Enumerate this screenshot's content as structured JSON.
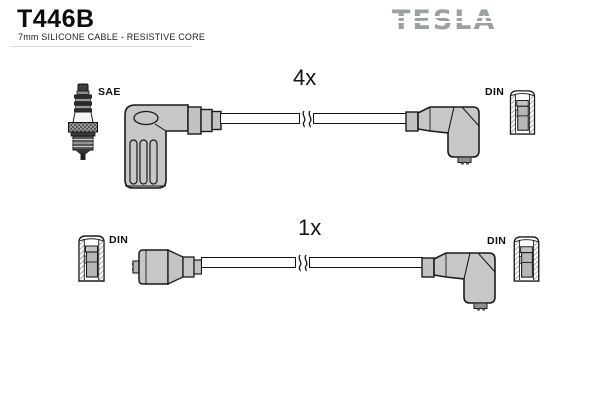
{
  "header": {
    "part_number": "T446B",
    "subtitle": "7mm SILICONE CABLE - RESISTIVE CORE",
    "brand_logo": "TESLA"
  },
  "diagram": {
    "rows": [
      {
        "quantity": "4x",
        "left_label": "SAE",
        "right_label": "DIN",
        "left_icons": [
          "spark-plug",
          "angled-rubber-boot"
        ],
        "right_icons": [
          "angled-rubber-boot",
          "din-terminal-cap"
        ]
      },
      {
        "quantity": "1x",
        "left_label": "DIN",
        "right_label": "DIN",
        "left_icons": [
          "din-terminal-cap",
          "straight-rubber-boot"
        ],
        "right_icons": [
          "angled-rubber-boot",
          "din-terminal-cap"
        ]
      }
    ]
  },
  "colors": {
    "background": "#ffffff",
    "text": "#0d0d0d",
    "logo_gray": "#9ba1a1",
    "connector_gray": "#c7c7c7",
    "outline": "#1a1a1a"
  }
}
